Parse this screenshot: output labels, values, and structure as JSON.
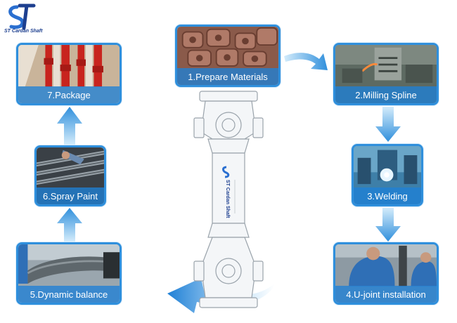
{
  "brand": {
    "logo_text": "ST Cardan Shaft",
    "shaft_text": "ST Cardan Shaft",
    "primary_color": "#2f8fdc",
    "label_color": "#1f80d6"
  },
  "steps": [
    {
      "label": "1.Prepare Materials"
    },
    {
      "label": "2.Milling Spline"
    },
    {
      "label": "3.Welding"
    },
    {
      "label": "4.U-joint installation"
    },
    {
      "label": "5.Dynamic balance"
    },
    {
      "label": "6.Spray Paint"
    },
    {
      "label": "7.Package"
    }
  ],
  "icons": {
    "logo": "st-logo-icon",
    "flow_arrow": "arrow-icon",
    "center": "cardan-shaft-icon"
  }
}
